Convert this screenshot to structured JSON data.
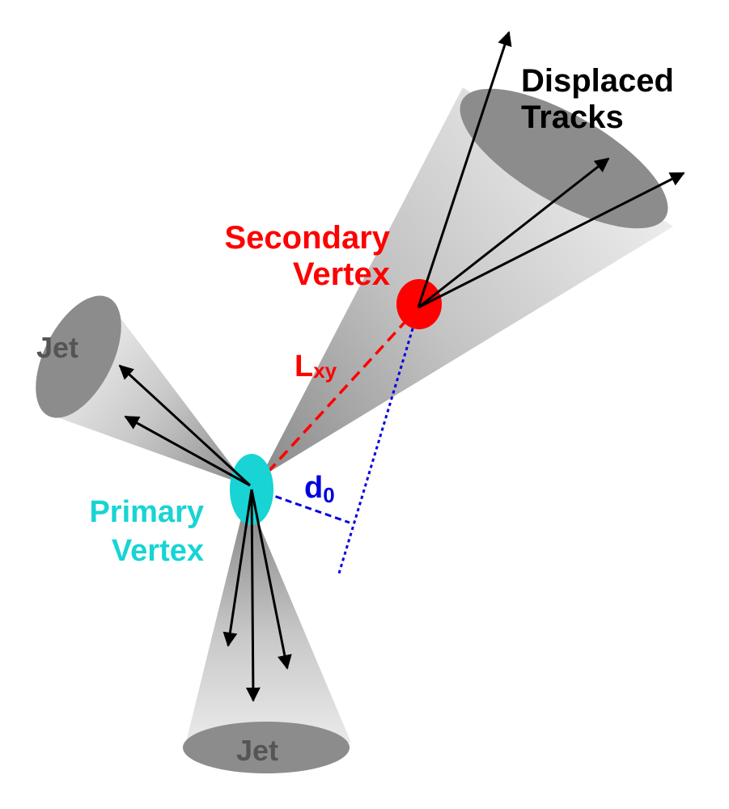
{
  "labels": {
    "displaced_tracks_line1": "Displaced",
    "displaced_tracks_line2": "Tracks",
    "secondary_vertex_line1": "Secondary",
    "secondary_vertex_line2": "Vertex",
    "jet_left": "Jet",
    "jet_bottom": "Jet",
    "lxy_main": "L",
    "lxy_sub": "xy",
    "d0_main": "d",
    "d0_sub": "0",
    "primary_vertex_line1": "Primary",
    "primary_vertex_line2": "Vertex"
  },
  "colors": {
    "secondary_vertex": "#ff0000",
    "primary_vertex": "#18d4d4",
    "lxy_line": "#ff0000",
    "d0_line": "#0000dd",
    "arrow": "#000000",
    "cone_light": "#f2f2f2",
    "cone_dark": "#8a8a8a",
    "cone_cap": "#8c8c8c",
    "jet_text": "#555555",
    "track_text": "#000000"
  }
}
